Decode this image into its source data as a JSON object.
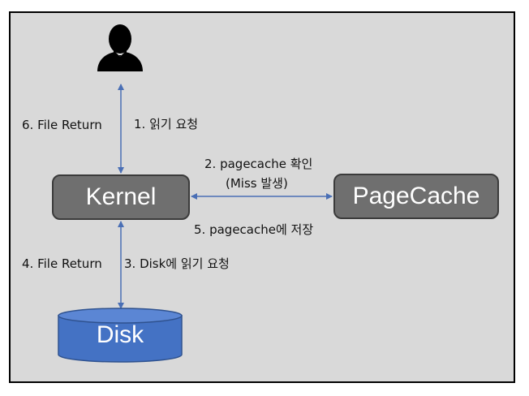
{
  "nodes": {
    "user": {
      "icon": "user-icon"
    },
    "kernel": {
      "label": "Kernel"
    },
    "pagecache": {
      "label": "PageCache"
    },
    "disk": {
      "label": "Disk"
    }
  },
  "edges": {
    "read_request": "1. 읽기 요청",
    "file_return_user": "6. File Return",
    "pagecache_check_line1": "2. pagecache 확인",
    "pagecache_check_line2": "(Miss 발생)",
    "pagecache_store": "5. pagecache에 저장",
    "disk_read_request": "3. Disk에 읽기 요청",
    "file_return_disk": "4. File Return"
  },
  "colors": {
    "background": "#d9d9d9",
    "box_fill": "#6f6f6f",
    "box_border": "#3b3b3b",
    "disk_fill": "#4472c4",
    "disk_border": "#2f528f",
    "arrow": "#4a6fb5"
  }
}
